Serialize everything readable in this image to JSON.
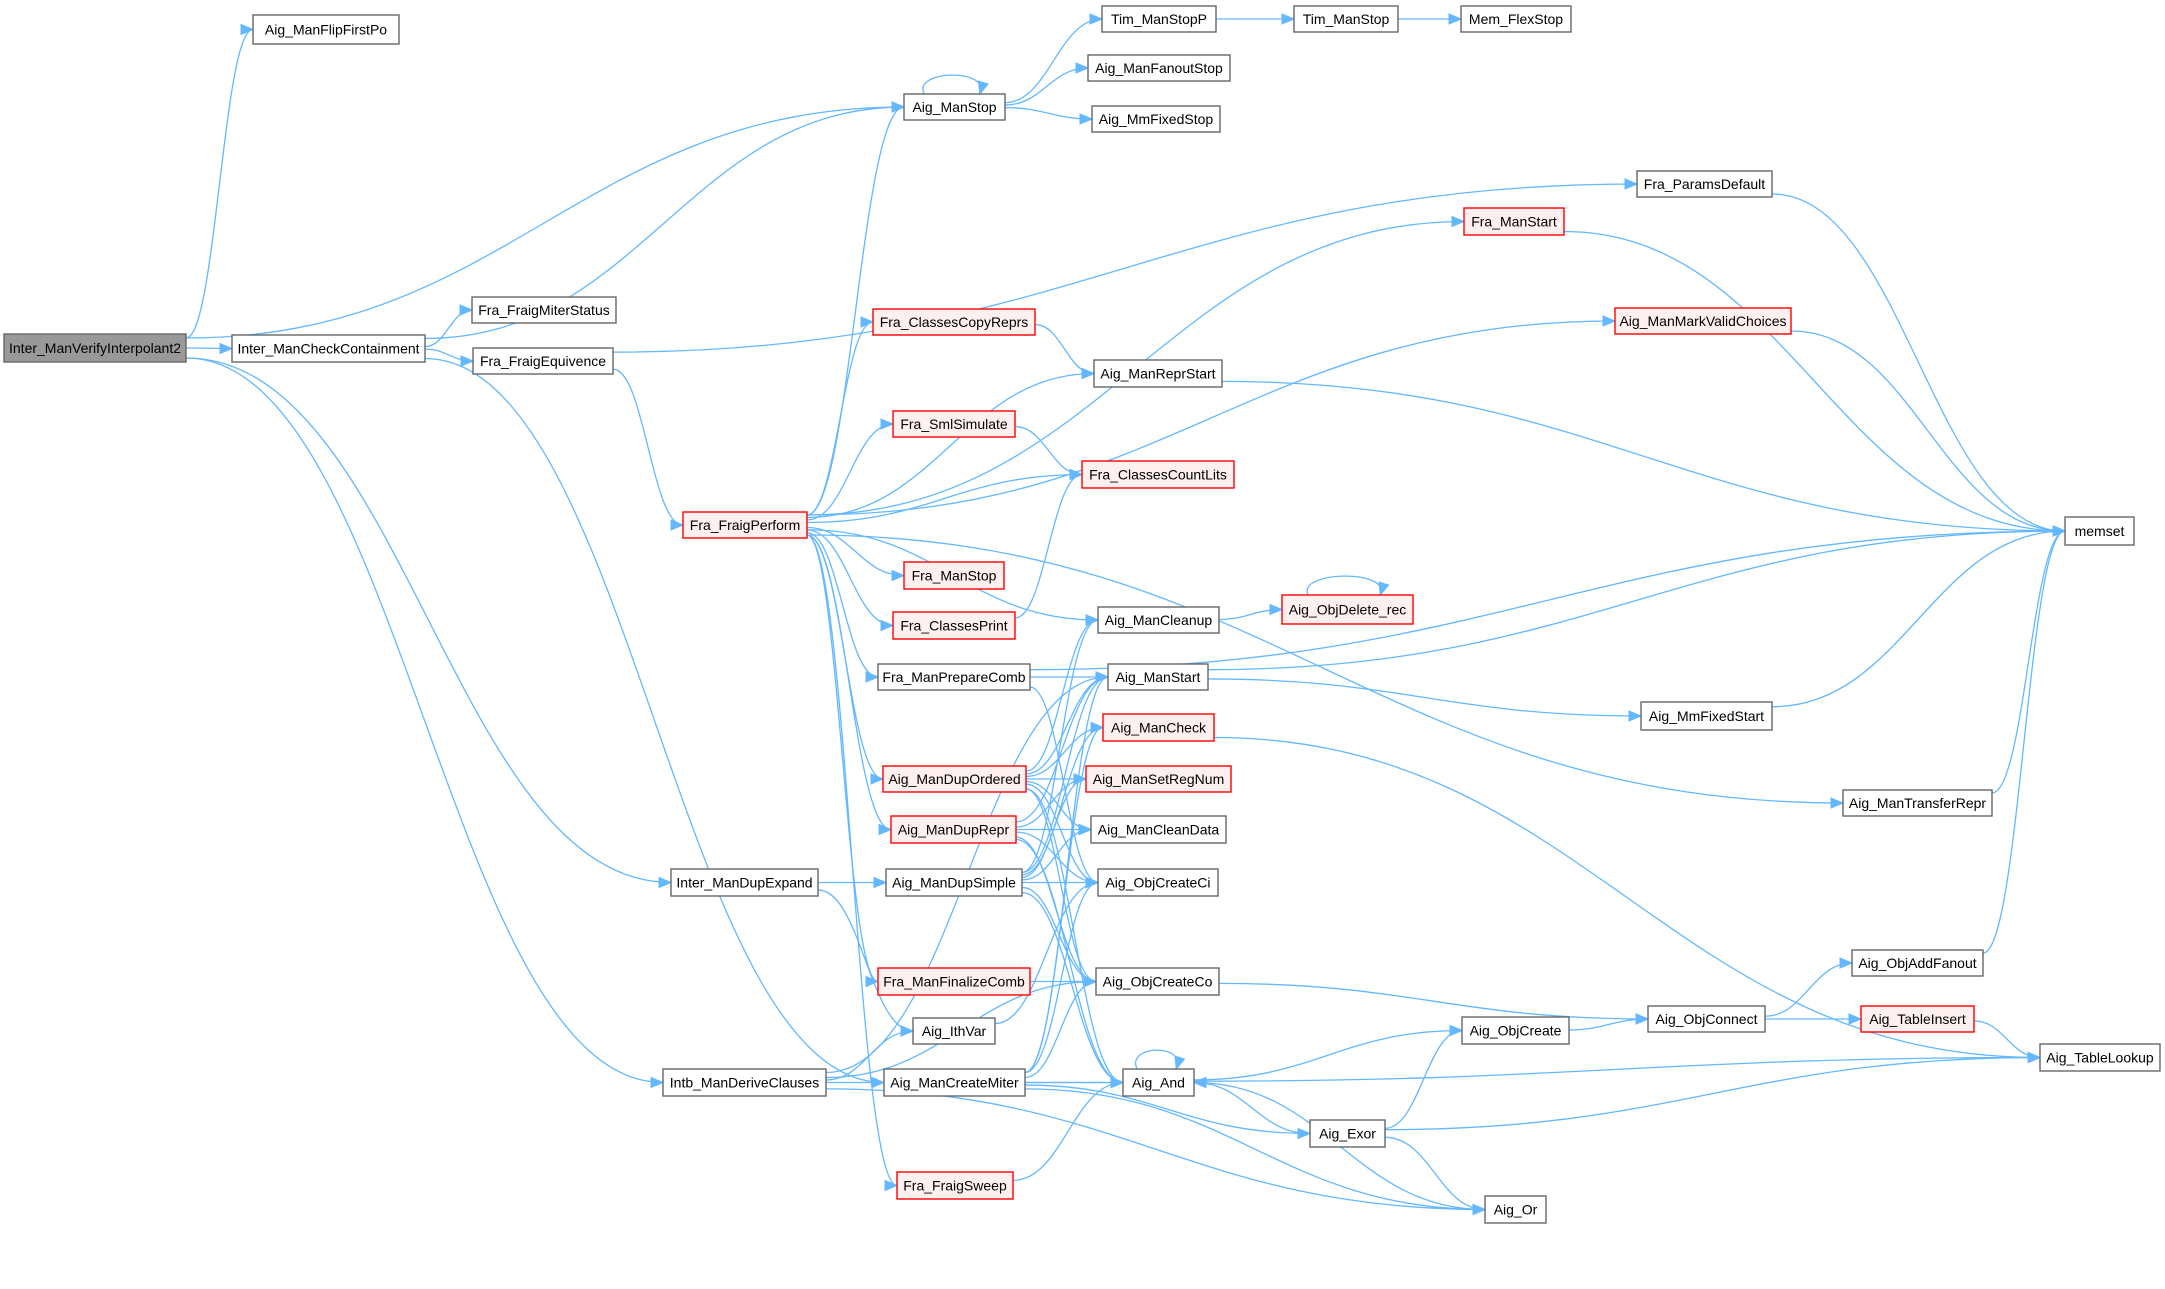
{
  "title": "Call graph of Inter_ManVerifyInterpolant2",
  "colors": {
    "edge": "#63b8ff",
    "root_fill": "#999999",
    "red_border": "#ff0000",
    "red_fill": "#fff0f0",
    "node_border": "#666666"
  },
  "nodes": [
    {
      "id": "Inter_ManVerifyInterpolant2",
      "label": "Inter_ManVerifyInterpolant2",
      "style": "root"
    },
    {
      "id": "Aig_ManFlipFirstPo",
      "label": "Aig_ManFlipFirstPo",
      "style": "normal"
    },
    {
      "id": "Inter_ManCheckContainment",
      "label": "Inter_ManCheckContainment",
      "style": "normal"
    },
    {
      "id": "Fra_FraigMiterStatus",
      "label": "Fra_FraigMiterStatus",
      "style": "normal"
    },
    {
      "id": "Fra_FraigEquivence",
      "label": "Fra_FraigEquivence",
      "style": "normal"
    },
    {
      "id": "Aig_ManStop",
      "label": "Aig_ManStop",
      "style": "normal"
    },
    {
      "id": "Tim_ManStopP",
      "label": "Tim_ManStopP",
      "style": "normal"
    },
    {
      "id": "Tim_ManStop",
      "label": "Tim_ManStop",
      "style": "normal"
    },
    {
      "id": "Mem_FlexStop",
      "label": "Mem_FlexStop",
      "style": "normal"
    },
    {
      "id": "Aig_ManFanoutStop",
      "label": "Aig_ManFanoutStop",
      "style": "normal"
    },
    {
      "id": "Aig_MmFixedStop",
      "label": "Aig_MmFixedStop",
      "style": "normal"
    },
    {
      "id": "Fra_ParamsDefault",
      "label": "Fra_ParamsDefault",
      "style": "normal"
    },
    {
      "id": "Fra_ManStart",
      "label": "Fra_ManStart",
      "style": "red"
    },
    {
      "id": "Aig_ManMarkValidChoices",
      "label": "Aig_ManMarkValidChoices",
      "style": "red"
    },
    {
      "id": "Fra_ClassesCopyReprs",
      "label": "Fra_ClassesCopyReprs",
      "style": "red"
    },
    {
      "id": "Aig_ManReprStart",
      "label": "Aig_ManReprStart",
      "style": "normal"
    },
    {
      "id": "Fra_SmlSimulate",
      "label": "Fra_SmlSimulate",
      "style": "red"
    },
    {
      "id": "Fra_ClassesCountLits",
      "label": "Fra_ClassesCountLits",
      "style": "red"
    },
    {
      "id": "Fra_FraigPerform",
      "label": "Fra_FraigPerform",
      "style": "red"
    },
    {
      "id": "memset",
      "label": "memset",
      "style": "normal"
    },
    {
      "id": "Fra_ManStop",
      "label": "Fra_ManStop",
      "style": "red"
    },
    {
      "id": "Fra_ClassesPrint",
      "label": "Fra_ClassesPrint",
      "style": "red"
    },
    {
      "id": "Aig_ManCleanup",
      "label": "Aig_ManCleanup",
      "style": "normal"
    },
    {
      "id": "Aig_ObjDelete_rec",
      "label": "Aig_ObjDelete_rec",
      "style": "red"
    },
    {
      "id": "Fra_ManPrepareComb",
      "label": "Fra_ManPrepareComb",
      "style": "normal"
    },
    {
      "id": "Aig_ManStart",
      "label": "Aig_ManStart",
      "style": "normal"
    },
    {
      "id": "Aig_MmFixedStart",
      "label": "Aig_MmFixedStart",
      "style": "normal"
    },
    {
      "id": "Aig_ManCheck",
      "label": "Aig_ManCheck",
      "style": "red"
    },
    {
      "id": "Aig_ManDupOrdered",
      "label": "Aig_ManDupOrdered",
      "style": "red"
    },
    {
      "id": "Aig_ManSetRegNum",
      "label": "Aig_ManSetRegNum",
      "style": "red"
    },
    {
      "id": "Aig_ManDupRepr",
      "label": "Aig_ManDupRepr",
      "style": "red"
    },
    {
      "id": "Aig_ManCleanData",
      "label": "Aig_ManCleanData",
      "style": "normal"
    },
    {
      "id": "Aig_ManTransferRepr",
      "label": "Aig_ManTransferRepr",
      "style": "normal"
    },
    {
      "id": "Inter_ManDupExpand",
      "label": "Inter_ManDupExpand",
      "style": "normal"
    },
    {
      "id": "Aig_ManDupSimple",
      "label": "Aig_ManDupSimple",
      "style": "normal"
    },
    {
      "id": "Aig_ObjCreateCi",
      "label": "Aig_ObjCreateCi",
      "style": "normal"
    },
    {
      "id": "Aig_ObjAddFanout",
      "label": "Aig_ObjAddFanout",
      "style": "normal"
    },
    {
      "id": "Fra_ManFinalizeComb",
      "label": "Fra_ManFinalizeComb",
      "style": "red"
    },
    {
      "id": "Aig_ObjCreateCo",
      "label": "Aig_ObjCreateCo",
      "style": "normal"
    },
    {
      "id": "Aig_ObjConnect",
      "label": "Aig_ObjConnect",
      "style": "normal"
    },
    {
      "id": "Aig_TableInsert",
      "label": "Aig_TableInsert",
      "style": "red"
    },
    {
      "id": "Aig_IthVar",
      "label": "Aig_IthVar",
      "style": "normal"
    },
    {
      "id": "Aig_ObjCreate",
      "label": "Aig_ObjCreate",
      "style": "normal"
    },
    {
      "id": "Aig_TableLookup",
      "label": "Aig_TableLookup",
      "style": "normal"
    },
    {
      "id": "Intb_ManDeriveClauses",
      "label": "Intb_ManDeriveClauses",
      "style": "normal"
    },
    {
      "id": "Aig_ManCreateMiter",
      "label": "Aig_ManCreateMiter",
      "style": "normal"
    },
    {
      "id": "Aig_And",
      "label": "Aig_And",
      "style": "normal"
    },
    {
      "id": "Aig_Exor",
      "label": "Aig_Exor",
      "style": "normal"
    },
    {
      "id": "Fra_FraigSweep",
      "label": "Fra_FraigSweep",
      "style": "red"
    },
    {
      "id": "Aig_Or",
      "label": "Aig_Or",
      "style": "normal"
    }
  ],
  "edges": [
    [
      "Inter_ManVerifyInterpolant2",
      "Aig_ManFlipFirstPo"
    ],
    [
      "Inter_ManVerifyInterpolant2",
      "Aig_ManStop"
    ],
    [
      "Inter_ManVerifyInterpolant2",
      "Inter_ManCheckContainment"
    ],
    [
      "Inter_ManVerifyInterpolant2",
      "Inter_ManDupExpand"
    ],
    [
      "Inter_ManVerifyInterpolant2",
      "Intb_ManDeriveClauses"
    ],
    [
      "Inter_ManCheckContainment",
      "Aig_ManStop"
    ],
    [
      "Inter_ManCheckContainment",
      "Fra_FraigMiterStatus"
    ],
    [
      "Inter_ManCheckContainment",
      "Fra_FraigEquivence"
    ],
    [
      "Inter_ManCheckContainment",
      "Aig_ManCreateMiter"
    ],
    [
      "Fra_FraigEquivence",
      "Fra_ParamsDefault"
    ],
    [
      "Fra_FraigEquivence",
      "Fra_FraigPerform"
    ],
    [
      "Aig_ManStop",
      "Aig_ManStop"
    ],
    [
      "Aig_ManStop",
      "Tim_ManStopP"
    ],
    [
      "Aig_ManStop",
      "Aig_ManFanoutStop"
    ],
    [
      "Aig_ManStop",
      "Aig_MmFixedStop"
    ],
    [
      "Tim_ManStopP",
      "Tim_ManStop"
    ],
    [
      "Tim_ManStop",
      "Mem_FlexStop"
    ],
    [
      "Fra_FraigPerform",
      "Aig_ManStop"
    ],
    [
      "Fra_FraigPerform",
      "Fra_ManStart"
    ],
    [
      "Fra_FraigPerform",
      "Aig_ManMarkValidChoices"
    ],
    [
      "Fra_FraigPerform",
      "Fra_ClassesCopyReprs"
    ],
    [
      "Fra_FraigPerform",
      "Aig_ManReprStart"
    ],
    [
      "Fra_FraigPerform",
      "Fra_SmlSimulate"
    ],
    [
      "Fra_FraigPerform",
      "Fra_ClassesCountLits"
    ],
    [
      "Fra_FraigPerform",
      "Fra_ManStop"
    ],
    [
      "Fra_FraigPerform",
      "Fra_ClassesPrint"
    ],
    [
      "Fra_FraigPerform",
      "Fra_ManPrepareComb"
    ],
    [
      "Fra_FraigPerform",
      "Aig_ManCleanup"
    ],
    [
      "Fra_FraigPerform",
      "Aig_ManDupOrdered"
    ],
    [
      "Fra_FraigPerform",
      "Aig_ManDupRepr"
    ],
    [
      "Fra_FraigPerform",
      "Aig_ManTransferRepr"
    ],
    [
      "Fra_FraigPerform",
      "Fra_ManFinalizeComb"
    ],
    [
      "Fra_FraigPerform",
      "Fra_FraigSweep"
    ],
    [
      "Fra_ParamsDefault",
      "memset"
    ],
    [
      "Fra_ManStart",
      "memset"
    ],
    [
      "Aig_ManMarkValidChoices",
      "memset"
    ],
    [
      "Aig_ManReprStart",
      "memset"
    ],
    [
      "Fra_ManPrepareComb",
      "memset"
    ],
    [
      "Aig_ManStart",
      "memset"
    ],
    [
      "Aig_MmFixedStart",
      "memset"
    ],
    [
      "Aig_ManTransferRepr",
      "memset"
    ],
    [
      "Aig_ObjAddFanout",
      "memset"
    ],
    [
      "Fra_ClassesCopyReprs",
      "Aig_ManReprStart"
    ],
    [
      "Fra_SmlSimulate",
      "Fra_ClassesCountLits"
    ],
    [
      "Fra_ClassesPrint",
      "Fra_ClassesCountLits"
    ],
    [
      "Aig_ManCleanup",
      "Aig_ObjDelete_rec"
    ],
    [
      "Aig_ObjDelete_rec",
      "Aig_ObjDelete_rec"
    ],
    [
      "Fra_ManPrepareComb",
      "Aig_ManStart"
    ],
    [
      "Fra_ManPrepareComb",
      "Aig_ObjCreateCi"
    ],
    [
      "Aig_ManStart",
      "Aig_MmFixedStart"
    ],
    [
      "Aig_ManCheck",
      "Aig_TableLookup"
    ],
    [
      "Aig_ManDupOrdered",
      "Aig_ManCleanup"
    ],
    [
      "Aig_ManDupOrdered",
      "Aig_ManStart"
    ],
    [
      "Aig_ManDupOrdered",
      "Aig_ManCheck"
    ],
    [
      "Aig_ManDupOrdered",
      "Aig_ManSetRegNum"
    ],
    [
      "Aig_ManDupOrdered",
      "Aig_ManCleanData"
    ],
    [
      "Aig_ManDupOrdered",
      "Aig_ObjCreateCi"
    ],
    [
      "Aig_ManDupOrdered",
      "Aig_ObjCreateCo"
    ],
    [
      "Aig_ManDupOrdered",
      "Aig_And"
    ],
    [
      "Aig_ManDupRepr",
      "Aig_ManStart"
    ],
    [
      "Aig_ManDupRepr",
      "Aig_ManSetRegNum"
    ],
    [
      "Aig_ManDupRepr",
      "Aig_ManCleanData"
    ],
    [
      "Aig_ManDupRepr",
      "Aig_ObjCreateCi"
    ],
    [
      "Aig_ManDupRepr",
      "Aig_ObjCreateCo"
    ],
    [
      "Aig_ManDupRepr",
      "Aig_And"
    ],
    [
      "Aig_ManDupSimple",
      "Aig_ManCleanup"
    ],
    [
      "Aig_ManDupSimple",
      "Aig_ManStart"
    ],
    [
      "Aig_ManDupSimple",
      "Aig_ManCheck"
    ],
    [
      "Aig_ManDupSimple",
      "Aig_ManSetRegNum"
    ],
    [
      "Aig_ManDupSimple",
      "Aig_ManCleanData"
    ],
    [
      "Aig_ManDupSimple",
      "Aig_ObjCreateCi"
    ],
    [
      "Aig_ManDupSimple",
      "Aig_ObjCreateCo"
    ],
    [
      "Aig_ManDupSimple",
      "Aig_And"
    ],
    [
      "Inter_ManDupExpand",
      "Aig_ManDupSimple"
    ],
    [
      "Inter_ManDupExpand",
      "Aig_IthVar"
    ],
    [
      "Fra_ManFinalizeComb",
      "Aig_ObjCreateCo"
    ],
    [
      "Aig_ObjCreateCo",
      "Aig_ObjConnect"
    ],
    [
      "Aig_IthVar",
      "Aig_ObjCreateCi"
    ],
    [
      "Aig_ManCreateMiter",
      "Aig_ManStart"
    ],
    [
      "Aig_ManCreateMiter",
      "Aig_ManCheck"
    ],
    [
      "Aig_ManCreateMiter",
      "Aig_ObjCreateCi"
    ],
    [
      "Aig_ManCreateMiter",
      "Aig_ObjCreateCo"
    ],
    [
      "Aig_ManCreateMiter",
      "Aig_And"
    ],
    [
      "Aig_ManCreateMiter",
      "Aig_Exor"
    ],
    [
      "Aig_ManCreateMiter",
      "Aig_Or"
    ],
    [
      "Intb_ManDeriveClauses",
      "Aig_ManStart"
    ],
    [
      "Intb_ManDeriveClauses",
      "Aig_IthVar"
    ],
    [
      "Intb_ManDeriveClauses",
      "Aig_ObjCreateCo"
    ],
    [
      "Intb_ManDeriveClauses",
      "Aig_And"
    ],
    [
      "Intb_ManDeriveClauses",
      "Aig_Or"
    ],
    [
      "Fra_FraigSweep",
      "Aig_And"
    ],
    [
      "Aig_And",
      "Aig_And"
    ],
    [
      "Aig_And",
      "Aig_ObjCreate"
    ],
    [
      "Aig_And",
      "Aig_TableLookup"
    ],
    [
      "Aig_Exor",
      "Aig_And"
    ],
    [
      "Aig_Exor",
      "Aig_ObjCreate"
    ],
    [
      "Aig_Exor",
      "Aig_TableLookup"
    ],
    [
      "Aig_Exor",
      "Aig_Or"
    ],
    [
      "Aig_Or",
      "Aig_And"
    ],
    [
      "Aig_ObjCreate",
      "Aig_ObjConnect"
    ],
    [
      "Aig_ObjConnect",
      "Aig_ObjAddFanout"
    ],
    [
      "Aig_ObjConnect",
      "Aig_TableInsert"
    ],
    [
      "Aig_TableInsert",
      "Aig_TableLookup"
    ]
  ]
}
